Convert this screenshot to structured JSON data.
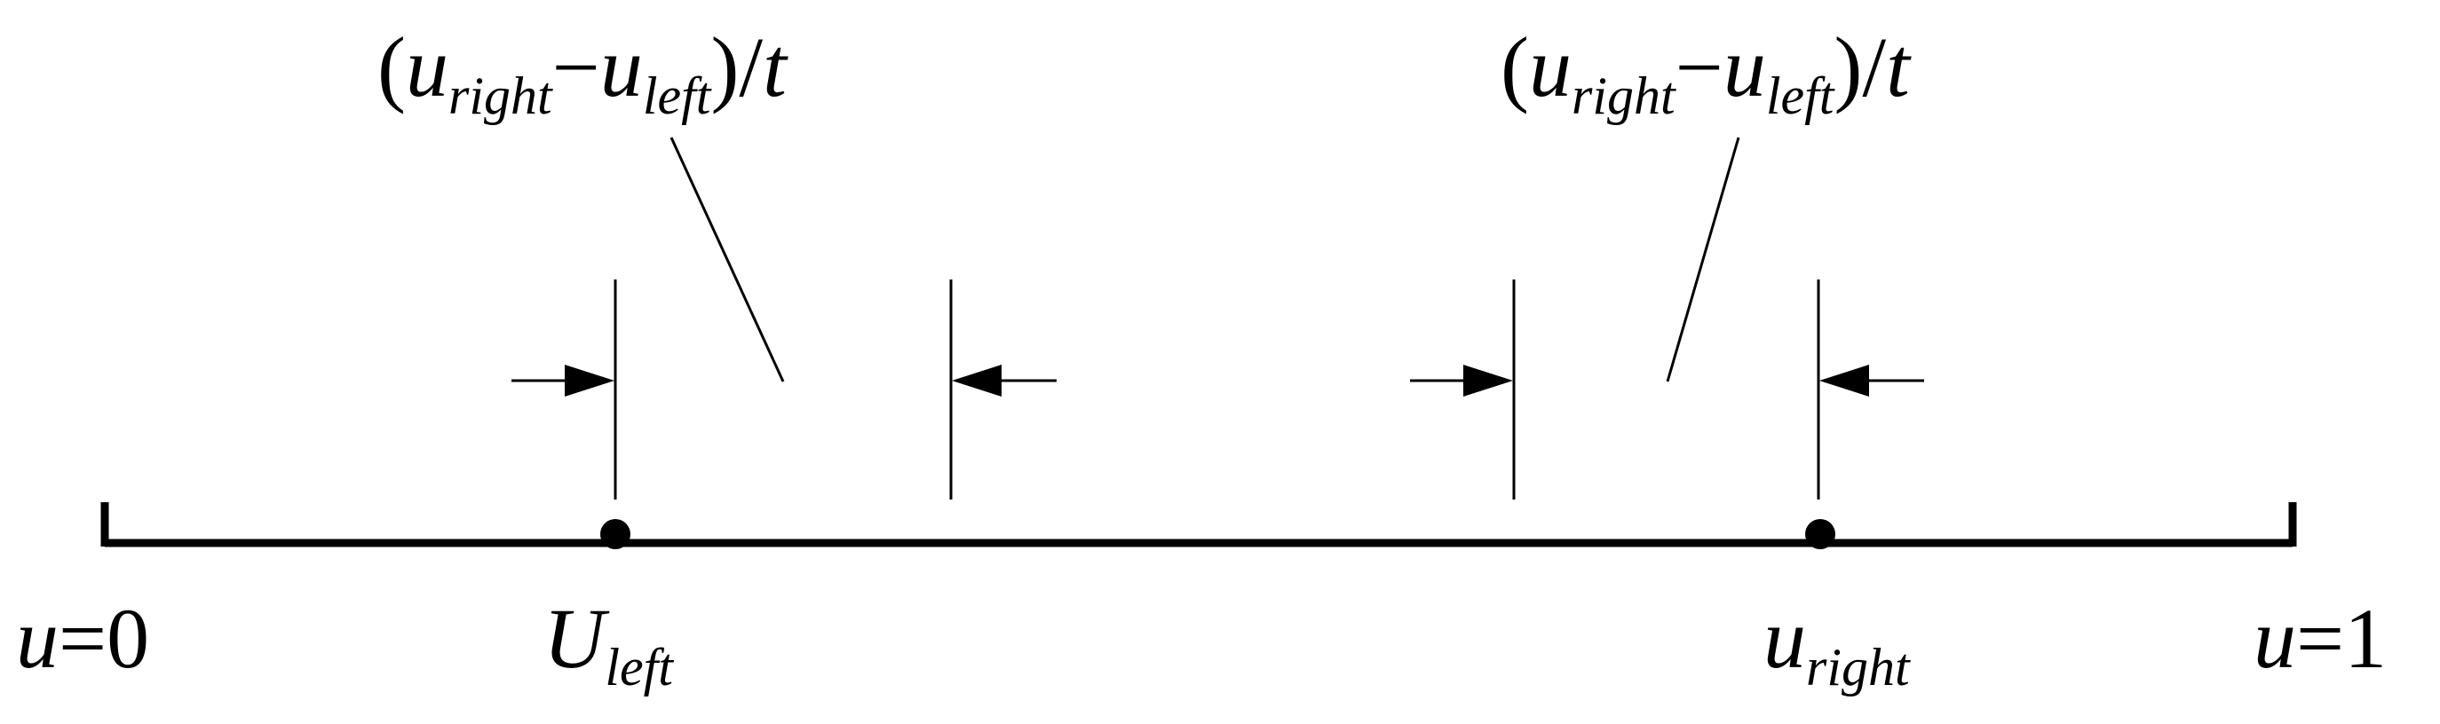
{
  "diagram": {
    "interval_label": {
      "open_paren": "(",
      "u_right_base": "u",
      "u_right_sub": "right",
      "minus": "−",
      "u_left_base": "u",
      "u_left_sub": "left",
      "close_paren": ")",
      "slash": "/",
      "t": "t"
    },
    "axis": {
      "start_label": {
        "var": "u",
        "eq": "=",
        "val": "0"
      },
      "end_label": {
        "var": "u",
        "eq": "=",
        "val": "1"
      }
    },
    "points": {
      "left": {
        "base": "U",
        "sub": "left"
      },
      "right": {
        "base": "u",
        "sub": "right"
      }
    },
    "colors": {
      "stroke": "#000000",
      "background": "#ffffff"
    }
  }
}
